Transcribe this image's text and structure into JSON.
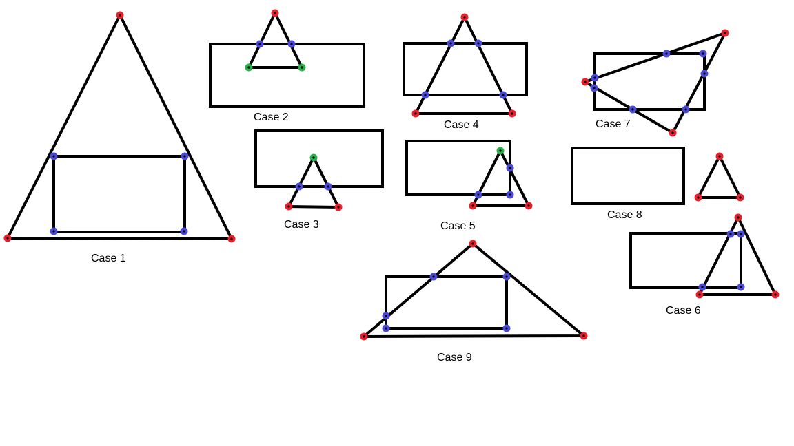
{
  "colors": {
    "line": "#000000",
    "vertex": "#e8202a",
    "intersection": "#4a4ad8",
    "inside_vertex": "#2ab04a",
    "dot_center": "#000000"
  },
  "labels": {
    "case1": "Case 1",
    "case2": "Case 2",
    "case3": "Case 3",
    "case4": "Case 4",
    "case5": "Case 5",
    "case6": "Case 6",
    "case7": "Case 7",
    "case8": "Case 8",
    "case9": "Case 9"
  }
}
